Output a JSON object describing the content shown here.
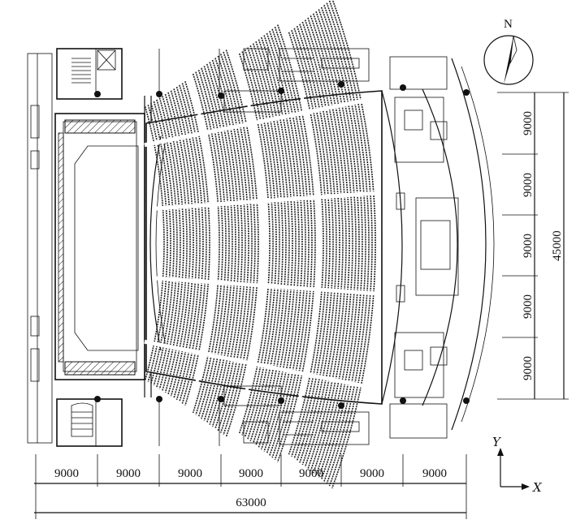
{
  "compass": {
    "label": "N"
  },
  "horizontal_dimensions": {
    "bays": [
      "9000",
      "9000",
      "9000",
      "9000",
      "9000",
      "9000",
      "9000"
    ],
    "total": "63000"
  },
  "vertical_dimensions": {
    "bays": [
      "9000",
      "9000",
      "9000",
      "9000",
      "9000"
    ],
    "total": "45000"
  },
  "axes": {
    "x_label": "X",
    "y_label": "Y"
  }
}
